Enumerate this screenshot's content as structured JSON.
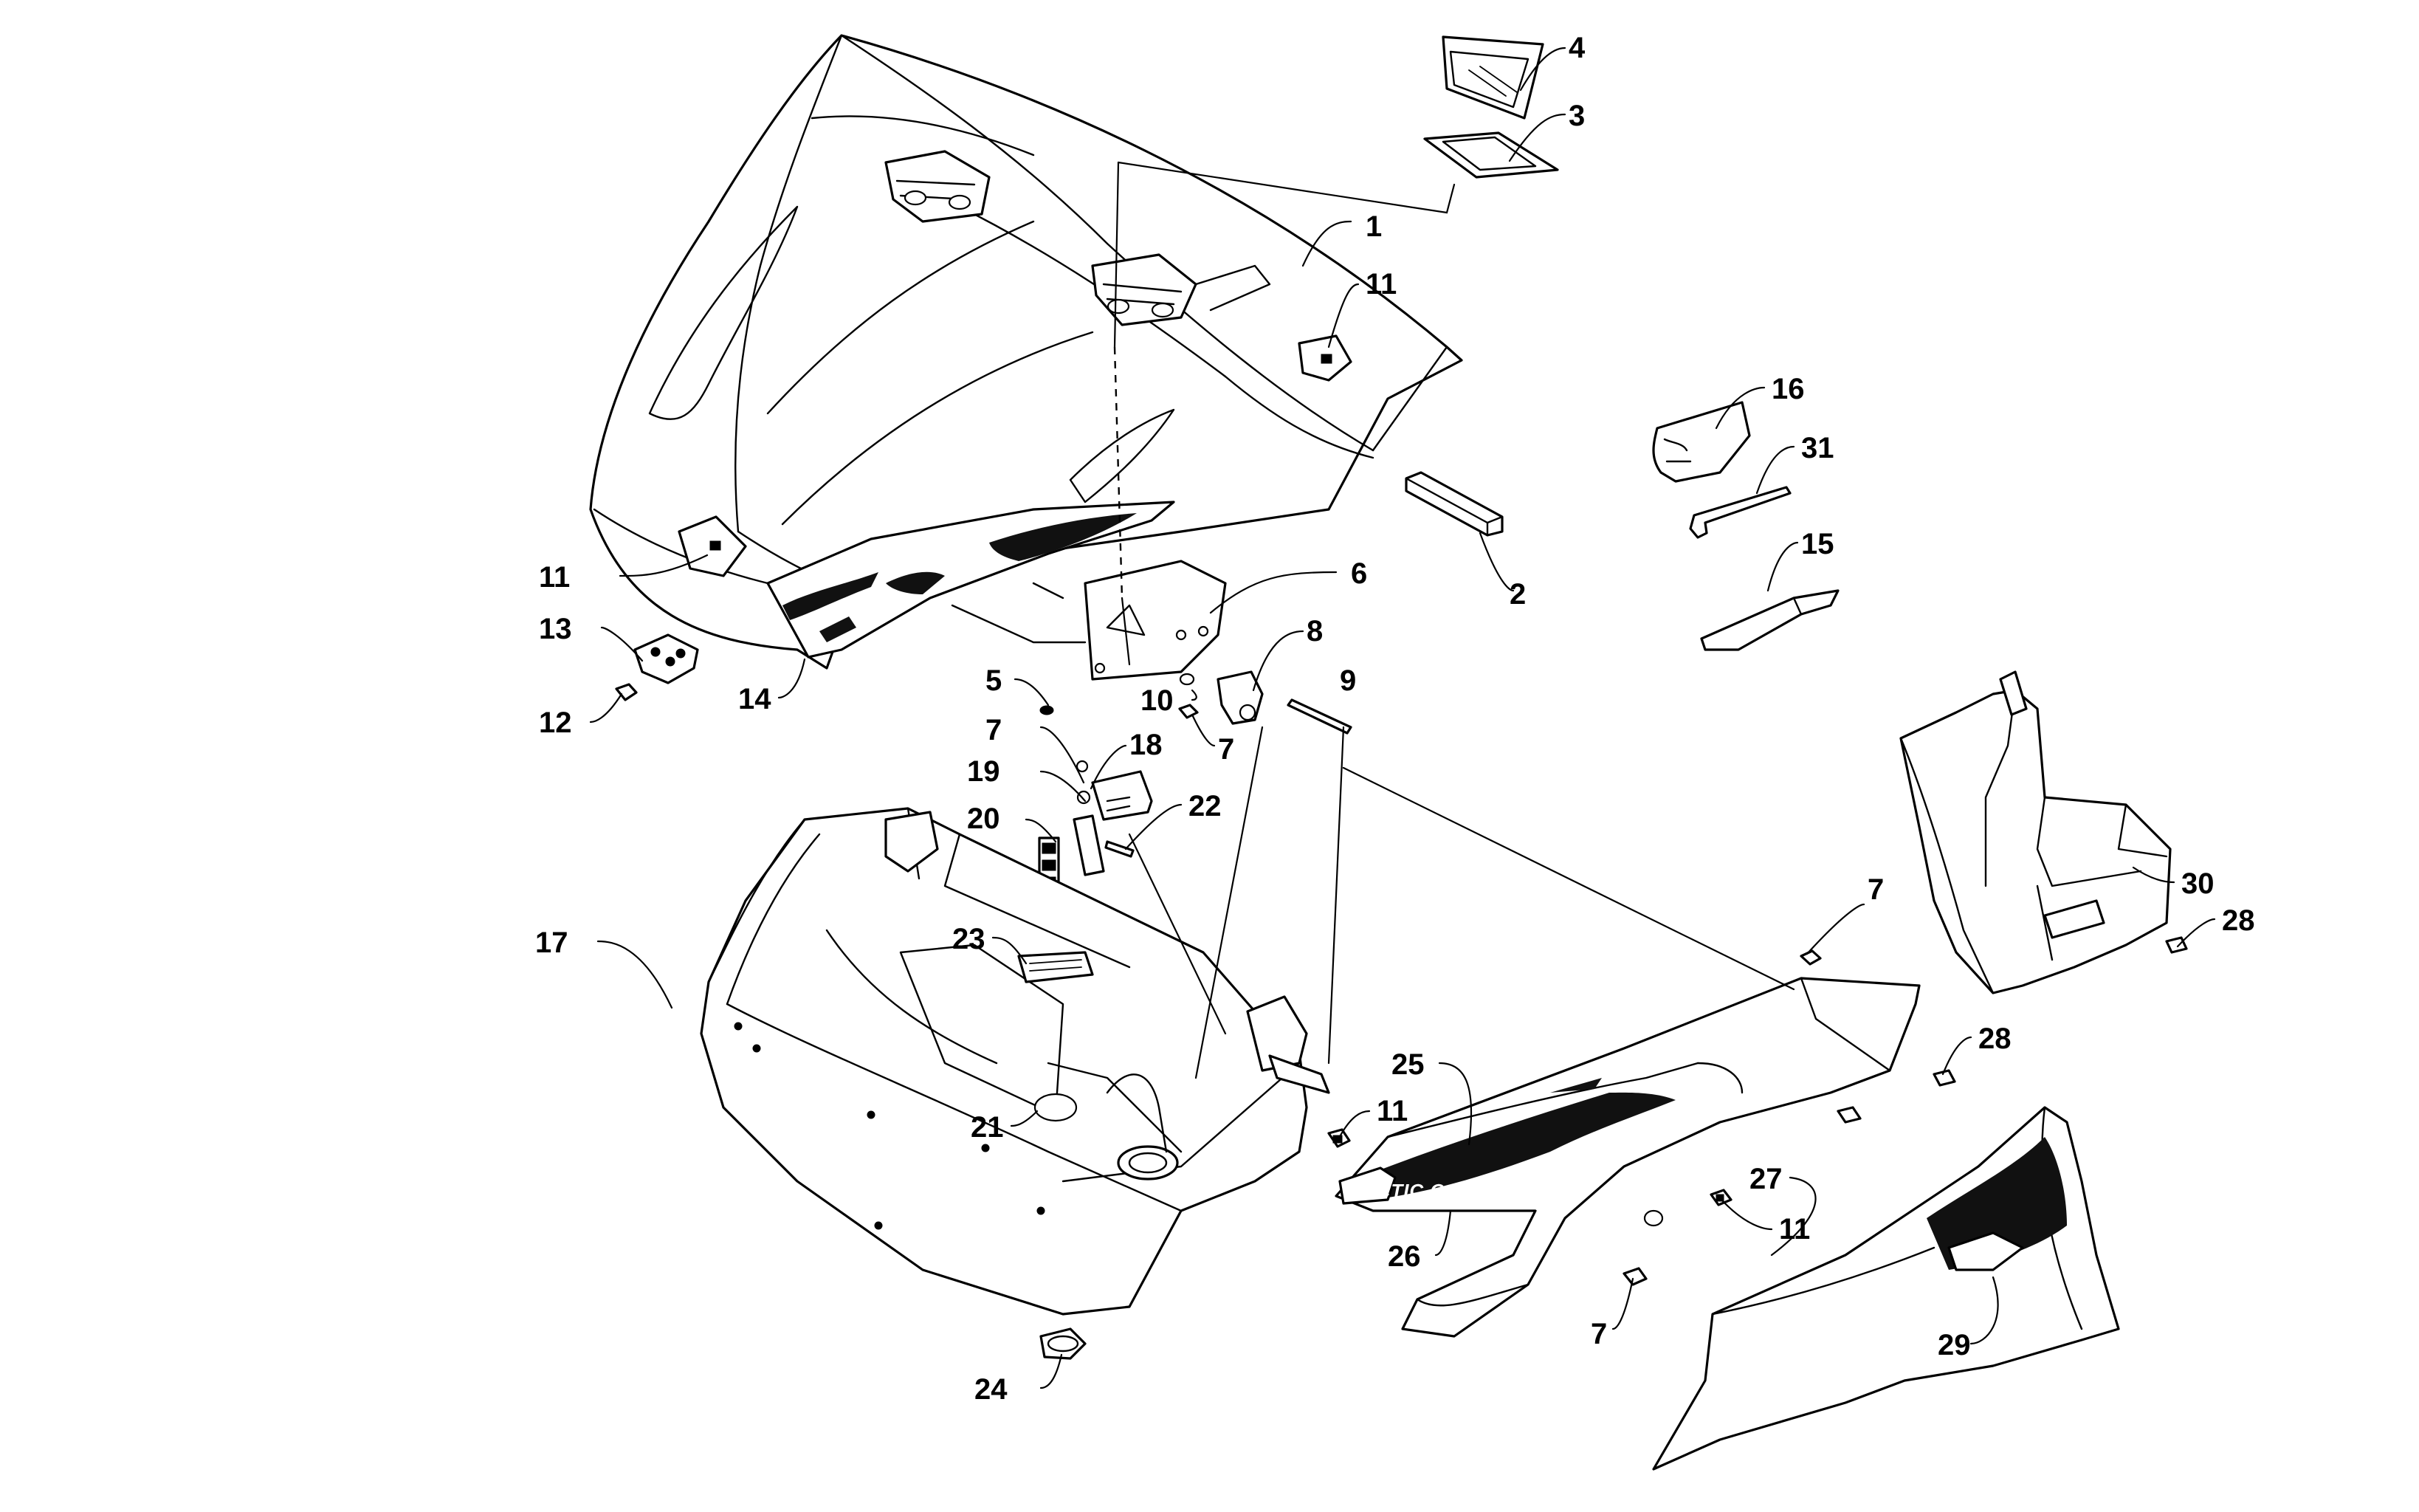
{
  "diagram": {
    "callouts": [
      {
        "id": "c1",
        "label": "1"
      },
      {
        "id": "c2",
        "label": "2"
      },
      {
        "id": "c3",
        "label": "3"
      },
      {
        "id": "c4",
        "label": "4"
      },
      {
        "id": "c5",
        "label": "5"
      },
      {
        "id": "c6",
        "label": "6"
      },
      {
        "id": "c7a",
        "label": "7"
      },
      {
        "id": "c7b",
        "label": "7"
      },
      {
        "id": "c7c",
        "label": "7"
      },
      {
        "id": "c7d",
        "label": "7"
      },
      {
        "id": "c8",
        "label": "8"
      },
      {
        "id": "c9",
        "label": "9"
      },
      {
        "id": "c10",
        "label": "10"
      },
      {
        "id": "c11a",
        "label": "11"
      },
      {
        "id": "c11b",
        "label": "11"
      },
      {
        "id": "c11c",
        "label": "11"
      },
      {
        "id": "c11d",
        "label": "11"
      },
      {
        "id": "c12",
        "label": "12"
      },
      {
        "id": "c13",
        "label": "13"
      },
      {
        "id": "c14",
        "label": "14"
      },
      {
        "id": "c15",
        "label": "15"
      },
      {
        "id": "c16",
        "label": "16"
      },
      {
        "id": "c17",
        "label": "17"
      },
      {
        "id": "c18",
        "label": "18"
      },
      {
        "id": "c19",
        "label": "19"
      },
      {
        "id": "c20",
        "label": "20"
      },
      {
        "id": "c21",
        "label": "21"
      },
      {
        "id": "c22",
        "label": "22"
      },
      {
        "id": "c23",
        "label": "23"
      },
      {
        "id": "c24",
        "label": "24"
      },
      {
        "id": "c25",
        "label": "25"
      },
      {
        "id": "c26",
        "label": "26"
      },
      {
        "id": "c27",
        "label": "27"
      },
      {
        "id": "c28a",
        "label": "28"
      },
      {
        "id": "c28b",
        "label": "28"
      },
      {
        "id": "c29",
        "label": "29"
      },
      {
        "id": "c30",
        "label": "30"
      },
      {
        "id": "c31",
        "label": "31"
      }
    ],
    "decal_text": {
      "side_panel_logo": "ARCTIC CAT"
    }
  }
}
